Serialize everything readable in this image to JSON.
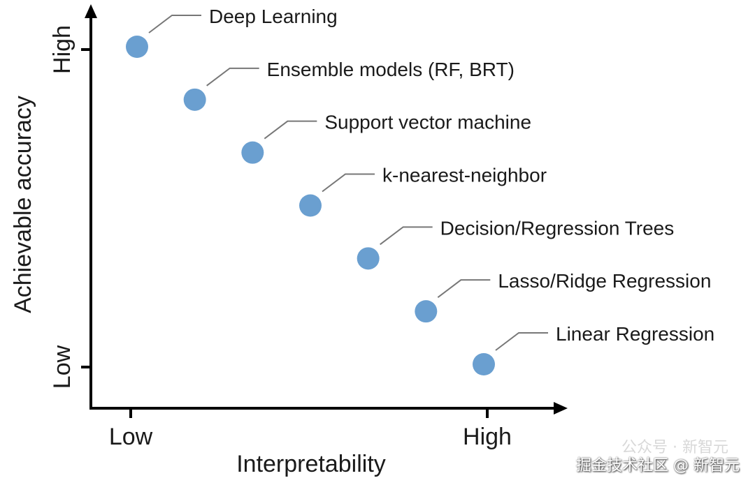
{
  "chart_data": {
    "type": "scatter",
    "xlabel": "Interpretability",
    "ylabel": "Achievable accuracy",
    "x_ticks": [
      "Low",
      "High"
    ],
    "y_ticks": [
      "Low",
      "High"
    ],
    "xlim": [
      0,
      6
    ],
    "ylim": [
      0,
      6
    ],
    "grid": false,
    "point_color": "#6a9fd0",
    "points": [
      {
        "label": "Deep Learning",
        "x": 0,
        "y": 6
      },
      {
        "label": "Ensemble models (RF, BRT)",
        "x": 1,
        "y": 5
      },
      {
        "label": "Support vector machine",
        "x": 2,
        "y": 4
      },
      {
        "label": "k-nearest-neighbor",
        "x": 3,
        "y": 3
      },
      {
        "label": "Decision/Regression Trees",
        "x": 4,
        "y": 2
      },
      {
        "label": "Lasso/Ridge Regression",
        "x": 5,
        "y": 1
      },
      {
        "label": "Linear Regression",
        "x": 6,
        "y": 0
      }
    ]
  },
  "watermark": {
    "main": "掘金技术社区 @ 新智元",
    "faint": "公众号 · 新智元"
  }
}
